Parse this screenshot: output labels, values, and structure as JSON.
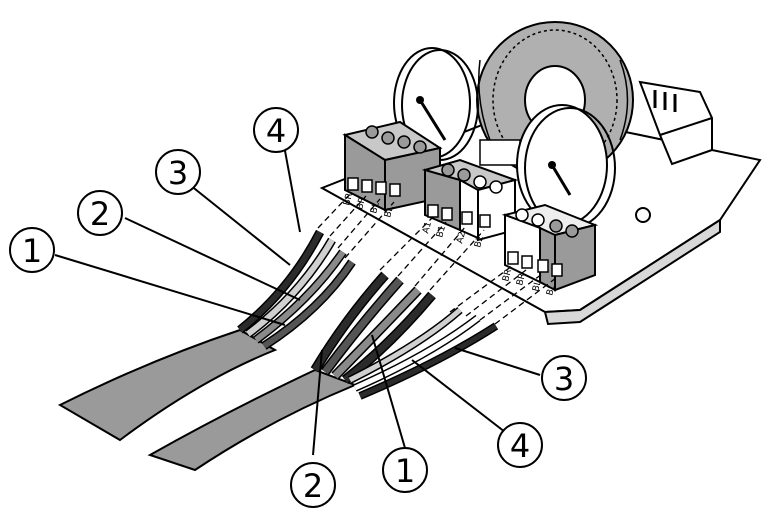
{
  "diagram": {
    "callouts_left": [
      "4",
      "3",
      "2",
      "1"
    ],
    "callouts_bottom": [
      "2",
      "1"
    ],
    "callouts_right": [
      "3",
      "4"
    ],
    "terminal_labels_left": [
      "BR",
      "BR",
      "BL",
      "BL"
    ],
    "terminal_labels_middle": [
      "A1",
      "B1",
      "A2",
      "B2"
    ],
    "terminal_labels_right": [
      "BR",
      "BR",
      "BL",
      "BL"
    ]
  },
  "colors": {
    "outline": "#000000",
    "cable_jacket": "#9a9a9a",
    "terminal_grey": "#9a9a9a",
    "terminal_white": "#ffffff",
    "wire_dark": "#2b2b2b",
    "wire_grey": "#8a8a8a",
    "wire_light": "#d0d0d0"
  }
}
